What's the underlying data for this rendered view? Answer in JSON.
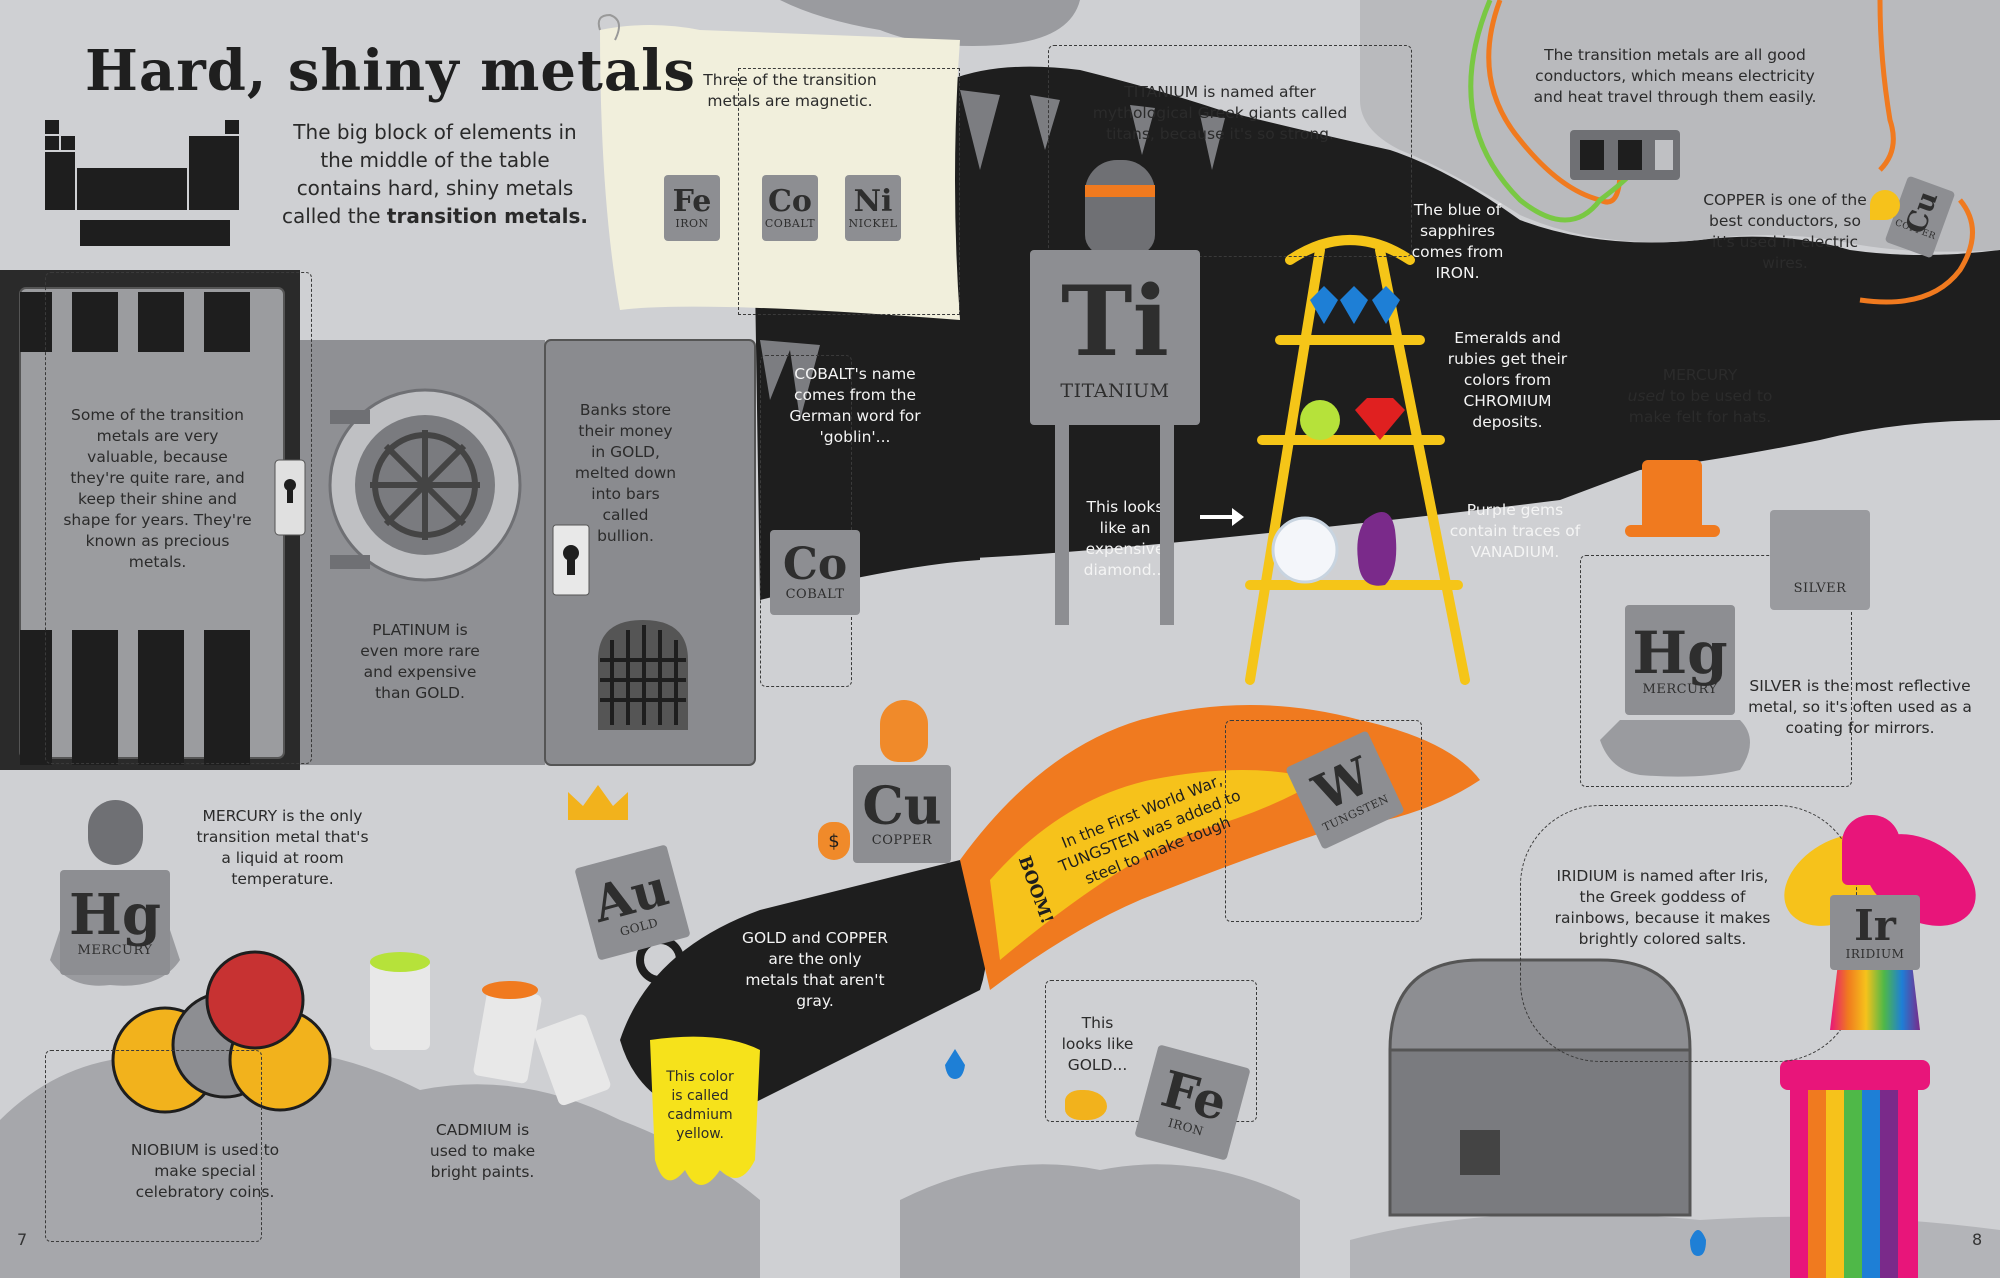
{
  "page": {
    "title": "Hard, shiny metals",
    "intro_plain": "The big block of elements in the middle of the table contains hard, shiny metals called the",
    "intro_bold": "transition metals.",
    "left_page_number": "7",
    "right_page_number": "8"
  },
  "captions": {
    "magnetic": "Three of the transition metals are magnetic.",
    "titanium": "TITANIUM is named after mythological Greek giants called titans, because it's so strong.",
    "conductors": "The transition metals are all good conductors, which means electricity and heat travel through them easily.",
    "copper_wires": "COPPER is one of the best conductors, so it's used in electric wires.",
    "sapphires": "The blue of sapphires comes from IRON.",
    "emeralds": "Emeralds and rubies get their colors from CHROMIUM deposits.",
    "purple_gems": "Purple gems contain traces of VANADIUM.",
    "diamond": "This looks like an expensive diamond...",
    "cobalt_name": "COBALT's name comes from the German word for 'goblin'...",
    "precious": "Some of the transition metals are very valuable, because they're quite rare, and keep their shine and shape for years. They're known as precious metals.",
    "banks": "Banks store their money in GOLD, melted down into bars called bullion.",
    "platinum": "PLATINUM is even more rare and expensive than GOLD.",
    "mercury_hats_1": "MERCURY",
    "mercury_hats_2": "used",
    "mercury_hats_3": "to be used to make felt for hats.",
    "silver": "SILVER is the most reflective metal, so it's often used as a coating for mirrors.",
    "mercury_liquid": "MERCURY is the only transition metal that's a liquid at room temperature.",
    "tungsten": "In the First World War, TUNGSTEN was added to steel to make tough",
    "boom": "BOOM!",
    "gold_copper": "GOLD and COPPER are the only metals that aren't gray.",
    "iridium": "IRIDIUM is named after Iris, the Greek goddess of rainbows, because it makes brightly colored salts.",
    "fools_gold": "This looks like GOLD...",
    "niobium": "NIOBIUM is used to make special celebratory coins.",
    "cadmium": "CADMIUM is used to make bright paints.",
    "cadmium_yellow": "This color is called cadmium yellow."
  },
  "elements": {
    "fe_small": {
      "symbol": "Fe",
      "name": "IRON"
    },
    "co_small": {
      "symbol": "Co",
      "name": "COBALT"
    },
    "ni_small": {
      "symbol": "Ni",
      "name": "NICKEL"
    },
    "ti": {
      "symbol": "Ti",
      "name": "TITANIUM"
    },
    "co": {
      "symbol": "Co",
      "name": "COBALT"
    },
    "cu_wire": {
      "symbol": "Cu",
      "name": "COPPER"
    },
    "hg_right": {
      "symbol": "Hg",
      "name": "MERCURY"
    },
    "ag": {
      "symbol": "",
      "name": "SILVER"
    },
    "hg_left": {
      "symbol": "Hg",
      "name": "MERCURY"
    },
    "au": {
      "symbol": "Au",
      "name": "GOLD"
    },
    "cu": {
      "symbol": "Cu",
      "name": "COPPER"
    },
    "w": {
      "symbol": "W",
      "name": "TUNGSTEN"
    },
    "fe": {
      "symbol": "Fe",
      "name": "IRON"
    },
    "ir": {
      "symbol": "Ir",
      "name": "IRIDIUM"
    }
  },
  "icons": {
    "moneybag": "$"
  },
  "colors": {
    "background_gray": "#cfd0d3",
    "cave_black": "#1e1e1e",
    "scroll_cream": "#f1efdc",
    "shelf_yellow": "#f5c518",
    "flame_orange": "#f07a1f",
    "flame_yellow": "#f6c21b",
    "copper_orange": "#f08a2a",
    "gold_yellow": "#f2b21c",
    "sapphire_blue": "#1e7fd6",
    "ruby_red": "#e02020",
    "emerald_green": "#b6e23a",
    "vanadium_purple": "#7a2a8a"
  }
}
